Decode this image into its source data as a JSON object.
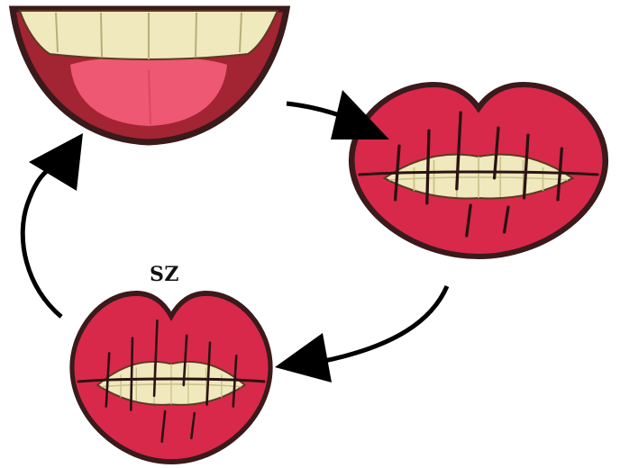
{
  "labels": {
    "bottom_lips": "SZ"
  },
  "colors": {
    "lip_red": "#d8294a",
    "outline": "#3a1a1a",
    "teeth": "#efe9bd",
    "mouth_inner": "#a32432",
    "tongue": "#ee5872",
    "arrow": "#000000",
    "background": "#ffffff"
  },
  "figures": [
    {
      "name": "open-smiling-mouth",
      "icon": "open-mouth-icon"
    },
    {
      "name": "closed-lips-teeth",
      "icon": "lips-teeth-icon"
    },
    {
      "name": "closed-lips-teeth-sz",
      "icon": "lips-teeth-icon"
    }
  ]
}
